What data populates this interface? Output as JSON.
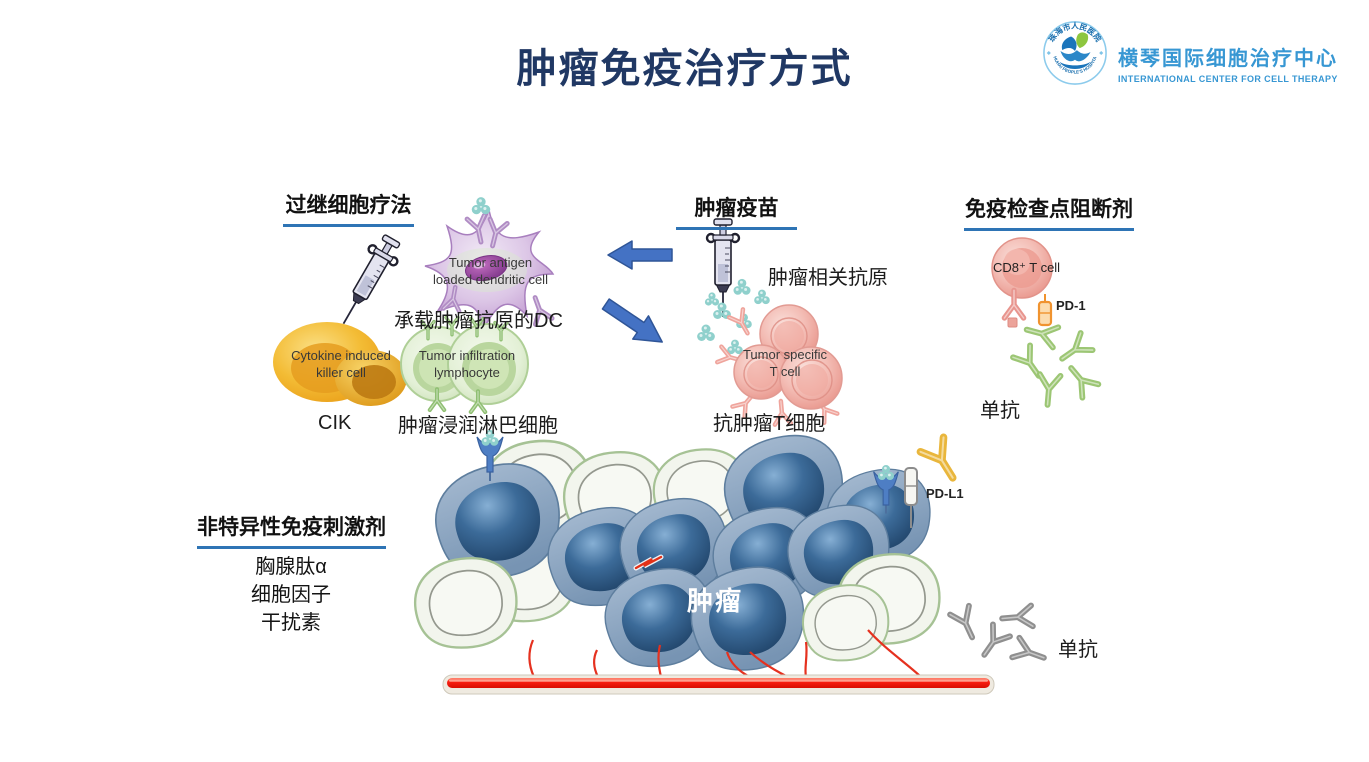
{
  "title": "肿瘤免疫治疗方式",
  "logo": {
    "ring_top": "珠海市人民医院",
    "ring_bottom": "ZHUHAI PEOPLE'S HOSPITAL",
    "name_zh": "横琴国际细胞治疗中心",
    "name_en": "INTERNATIONAL CENTER FOR CELL THERAPY"
  },
  "sections": {
    "adoptive": {
      "header": "过继细胞疗法",
      "dc_en1": "Tumor antigen",
      "dc_en2": "loaded dendritic cell",
      "dc_zh": "承载肿瘤抗原的DC",
      "cik_en1": "Cytokine induced",
      "cik_en2": "killer cell",
      "cik_zh": "CIK",
      "til_en1": "Tumor infiltration",
      "til_en2": "lymphocyte",
      "til_zh": "肿瘤浸润淋巴细胞"
    },
    "vaccine": {
      "header": "肿瘤疫苗",
      "antigen_zh": "肿瘤相关抗原",
      "tcell_en1": "Tumor specific",
      "tcell_en2": "T cell",
      "tcell_zh": "抗肿瘤T细胞"
    },
    "checkpoint": {
      "header": "免疫检查点阻断剂",
      "cd8": "CD8⁺ T cell",
      "pd1": "PD-1",
      "mab": "单抗"
    },
    "nonspecific": {
      "header": "非特异性免疫刺激剂",
      "items": [
        "胸腺肽α",
        "细胞因子",
        "干扰素"
      ]
    }
  },
  "tumor": {
    "label": "肿瘤",
    "pdl1": "PD-L1",
    "mab": "单抗"
  },
  "colors": {
    "title": "#203864",
    "underline": "#2E74B5",
    "arrow": "#4472C4",
    "brand": "#3797D3",
    "vessel_red": "#F5140A",
    "tumor_cell_blue": "#2F5E8F",
    "pale_cell_green": "#A6C295",
    "cik_yellow": "#F0B42A",
    "til_green": "#B9D69E",
    "tcell_pink": "#EC9C92",
    "antibody_green": "#9CC674",
    "antibody_gray": "#8F8F8F",
    "antibody_yellow": "#E9B63C",
    "antigen_teal": "#8FD0CC",
    "pd1_orange": "#F0932F"
  }
}
